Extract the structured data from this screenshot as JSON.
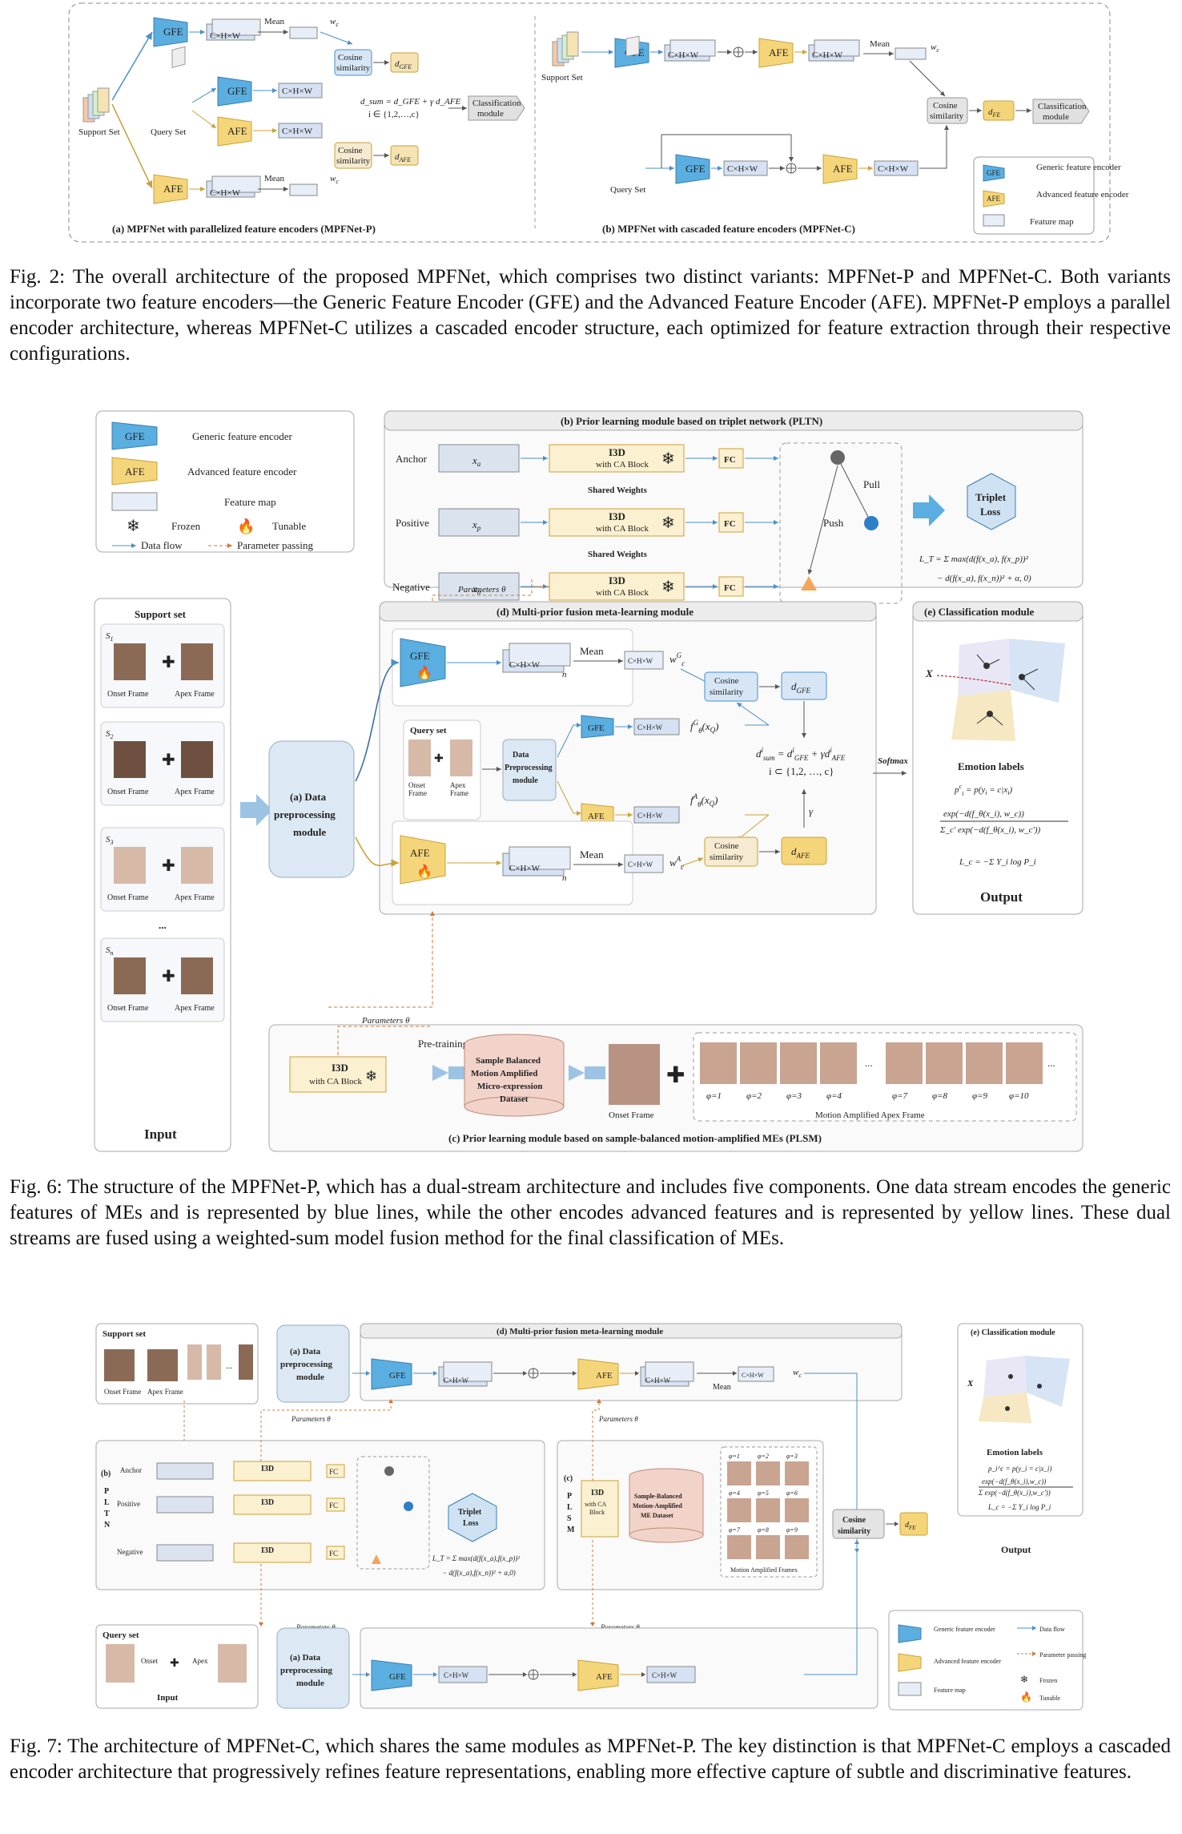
{
  "fig2": {
    "panel_a_title": "(a) MPFNet with parallelized feature encoders (MPFNet-P)",
    "panel_b_title": "(b) MPFNet with cascaded feature encoders (MPFNet-C)",
    "gfe": "GFE",
    "afe": "AFE",
    "support_set": "Support Set",
    "query_set": "Query Set",
    "mean": "Mean",
    "cosine": "Cosine similarity",
    "classification": "Classification module",
    "cxhxw": "C×H×W",
    "n": "n",
    "wc": "w",
    "d_gfe": "d",
    "sum_formula": "d_sum = d_GFE + γ d_AFE",
    "index": "i ∈ {1,2,…,c}",
    "legend_gfe": "Generic feature encoder",
    "legend_afe": "Advanced feature encoder",
    "legend_map": "Feature map",
    "caption": "Fig. 2: The overall architecture of the proposed MPFNet, which comprises two distinct variants: MPFNet-P and MPFNet-C. Both variants incorporate two feature encoders—the Generic Feature Encoder (GFE) and the Advanced Feature Encoder (AFE). MPFNet-P employs a parallel encoder architecture, whereas MPFNet-C utilizes a cascaded encoder structure, each optimized for feature extraction through their respective configurations."
  },
  "fig6": {
    "legend": {
      "gfe": "Generic feature encoder",
      "afe": "Advanced feature encoder",
      "map": "Feature map",
      "frozen": "Frozen",
      "tunable": "Tunable",
      "flow": "Data flow",
      "param": "Parameter passing"
    },
    "pltn_title": "(b) Prior learning module based on triplet network (PLTN)",
    "anchor": "Anchor",
    "positive": "Positive",
    "negative": "Negative",
    "i3d": "I3D",
    "ca_block": "with CA Block",
    "shared": "Shared Weights",
    "fc": "FC",
    "pull": "Pull",
    "push": "Push",
    "triplet": "Triplet Loss",
    "triplet_formula_1": "L_T = Σ max(d(f(x_a), f(x_p))²",
    "triplet_formula_2": "− d(f(x_a), f(x_n))² + α, 0)",
    "params": "Parameters θ",
    "support_set": "Support set",
    "onset": "Onset Frame",
    "apex": "Apex Frame",
    "input": "Input",
    "data_prep": "(a) Data preprocessing module",
    "mfml_title": "(d) Multi-prior fusion meta-learning module",
    "query_set": "Query set",
    "data_prep_small": "Data Preprocessing module",
    "cosine": "Cosine similarity",
    "softmax": "Softmax",
    "cls_title": "(e) Classification module",
    "emotion_labels": "Emotion labels",
    "output": "Output",
    "pretraining": "Pre-training",
    "dataset": "Sample Balanced Motion Amplified Micro-expression Dataset",
    "onset_frame": "Onset Frame",
    "amp_apex": "Motion Amplified Apex Frame",
    "phis": [
      "φ=1",
      "φ=2",
      "φ=3",
      "φ=4",
      "φ=7",
      "φ=8",
      "φ=9",
      "φ=10"
    ],
    "plsm_title": "(c) Prior learning module based on sample-balanced motion-amplified MEs (PLSM)",
    "caption": "Fig. 6: The structure of the MPFNet-P, which has a dual-stream architecture and includes five components. One data stream encodes the generic features of MEs and is represented by blue lines, while the other encodes advanced features and is represented by yellow lines. These dual streams are fused using a weighted-sum model fusion method for the final classification of MEs."
  },
  "fig7": {
    "support_set": "Support set",
    "data_prep": "(a) Data preprocessing module",
    "mfml_title": "(d) Multi-prior fusion meta-learning module",
    "cls_title": "(e) Classification module",
    "pltn": "(b) PLTN",
    "plsm": "(c) PLSM",
    "dataset": "Sample-Balanced Motion-Amplified ME Dataset",
    "amp_frames": "Motion Amplified Frames",
    "cosine": "Cosine similarity",
    "emotion_labels": "Emotion labels",
    "output": "Output",
    "query_set": "Query set",
    "input": "Input",
    "params": "Parameters θ",
    "phis": [
      "φ=1",
      "φ=2",
      "φ=3",
      "φ=4",
      "φ=5",
      "φ=6",
      "φ=7",
      "φ=8",
      "φ=9"
    ],
    "caption": "Fig. 7: The architecture of MPFNet-C, which shares the same modules as MPFNet-P. The key distinction is that MPFNet-C employs a cascaded encoder architecture that progressively refines feature representations, enabling more effective capture of subtle and discriminative features."
  },
  "colors": {
    "gfe": "#5aaee0",
    "afe": "#f5d57a",
    "flow_blue": "#4a90c8",
    "flow_yellow": "#c9a23a",
    "param": "#d07a3a",
    "panel": "#f2f2f2",
    "module_blue": "#dce9f5"
  }
}
